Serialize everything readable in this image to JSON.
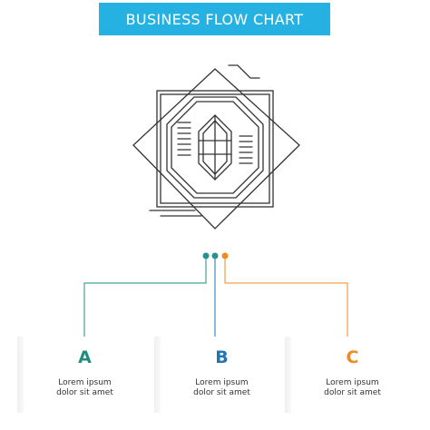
{
  "header": {
    "title": "BUSINESS FLOW CHART",
    "background_color": "#25b2e2",
    "text_color": "#ffffff"
  },
  "icon": {
    "name": "crystal-diamond-frame-icon",
    "stroke_color": "#333333"
  },
  "connectors": {
    "dots": [
      {
        "color": "#2a8f8f"
      },
      {
        "color": "#2a8f8f"
      },
      {
        "color": "#f0891e"
      }
    ]
  },
  "steps": [
    {
      "letter": "A",
      "line1": "Lorem ipsum",
      "line2": "dolor sit amet",
      "color": "#1f8e7e"
    },
    {
      "letter": "B",
      "line1": "Lorem ipsum",
      "line2": "dolor sit amet",
      "color": "#1e76b4"
    },
    {
      "letter": "C",
      "line1": "Lorem ipsum",
      "line2": "dolor sit amet",
      "color": "#f0891e"
    }
  ]
}
